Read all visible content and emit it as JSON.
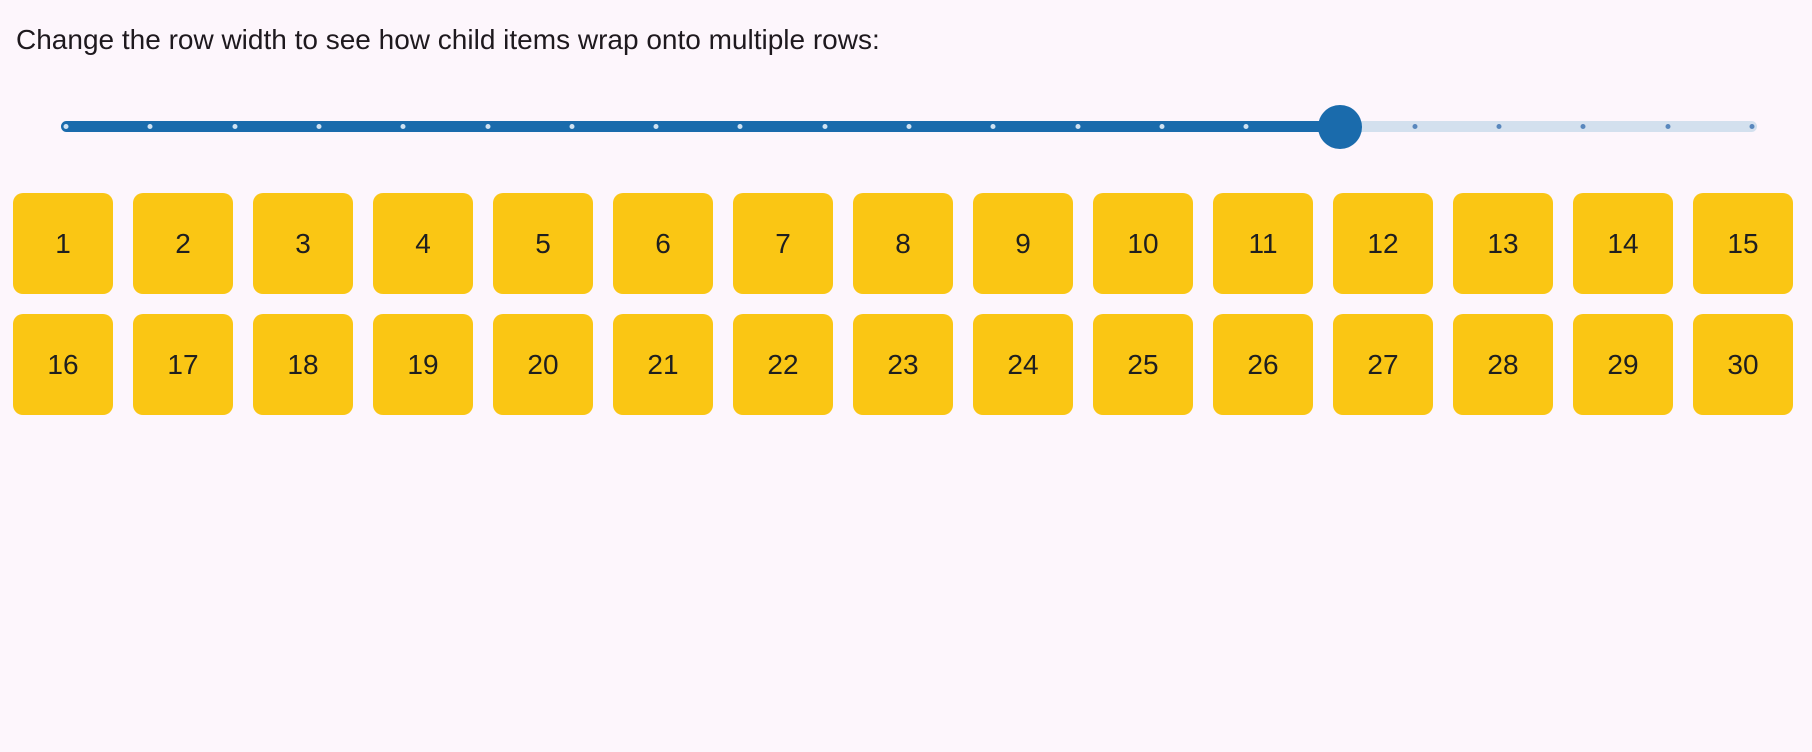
{
  "page": {
    "background": "#fdf6fc",
    "title": "Change the row width to see how child items wrap onto multiple rows:"
  },
  "slider": {
    "value_fraction": 0.754,
    "tick_count": 21,
    "accent_color": "#1a6bac",
    "unfilled_track_color": "#d3e0ee",
    "tick_color_filled": "#cfe2f2",
    "tick_color_unfilled": "#5987bd"
  },
  "grid": {
    "item_background": "#fac614",
    "item_text_color": "#1f1f1f",
    "items": [
      "1",
      "2",
      "3",
      "4",
      "5",
      "6",
      "7",
      "8",
      "9",
      "10",
      "11",
      "12",
      "13",
      "14",
      "15",
      "16",
      "17",
      "18",
      "19",
      "20",
      "21",
      "22",
      "23",
      "24",
      "25",
      "26",
      "27",
      "28",
      "29",
      "30"
    ]
  }
}
